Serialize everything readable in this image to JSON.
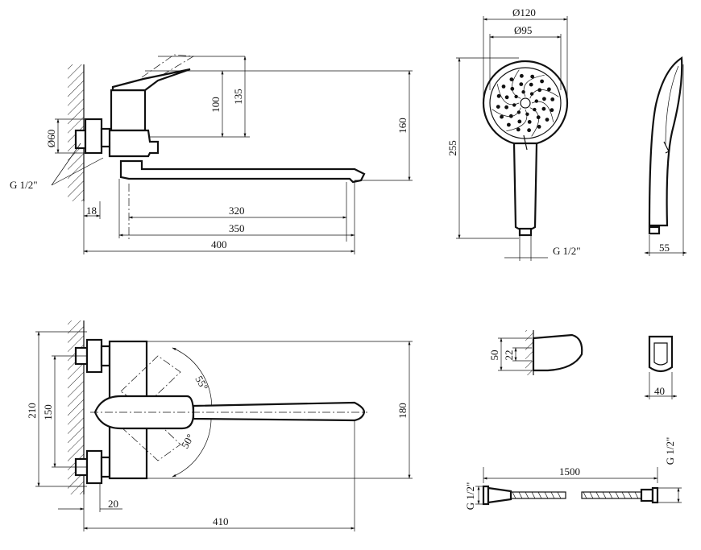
{
  "diagram": {
    "front_view": {
      "d60": "Ø60",
      "thread": "G 1/2\"",
      "h100": "100",
      "h135": "135",
      "h160": "160",
      "w18": "18",
      "w320": "320",
      "w350": "350",
      "w400": "400"
    },
    "shower_head": {
      "d120": "Ø120",
      "d95": "Ø95",
      "h255": "255",
      "thread": "G 1/2\""
    },
    "shower_side": {
      "w55": "55"
    },
    "top_view": {
      "h210": "210",
      "h150": "150",
      "h180": "180",
      "w20": "20",
      "w410": "410",
      "a55": "55°",
      "a50": "50°"
    },
    "holder": {
      "h50": "50",
      "h22": "22",
      "w40": "40"
    },
    "hose": {
      "length": "1500",
      "thread_left": "G 1/2\"",
      "thread_right": "G 1/2\""
    }
  }
}
